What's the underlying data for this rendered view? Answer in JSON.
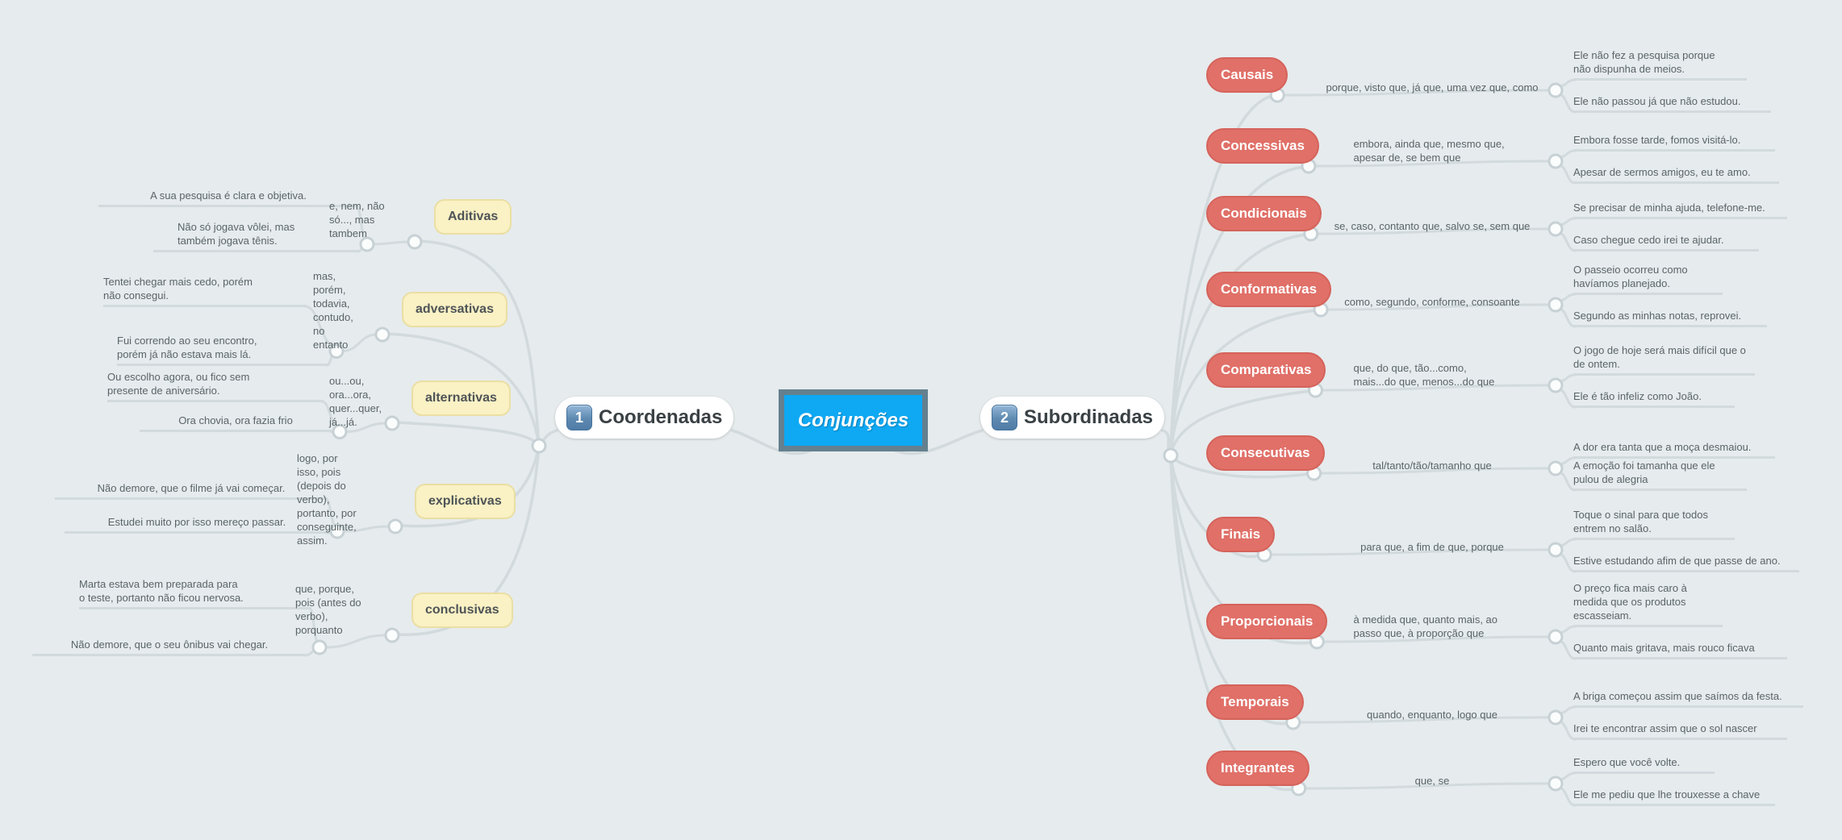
{
  "title": "Conjunções",
  "colors": {
    "background": "#E6EBED",
    "center_fill": "#0EA8F3",
    "center_border": "#64808F",
    "coordenadas_node": "#FAF1C4",
    "subordinadas_node": "#E07068",
    "connector": "#D2DADD"
  },
  "coordenadas": {
    "badge": "1",
    "label": "Coordenadas",
    "items": [
      {
        "label": "Aditivas",
        "conjunctions": "e, nem, não só..., mas tambem",
        "examples": [
          "A sua pesquisa é clara e objetiva.",
          "Não só jogava vôlei, mas também jogava tênis."
        ]
      },
      {
        "label": "adversativas",
        "conjunctions": "mas, porém, todavia, contudo, no entanto",
        "examples": [
          "Tentei chegar mais cedo, porém não consegui.",
          "Fui correndo ao seu encontro, porém já não estava mais lá."
        ]
      },
      {
        "label": "alternativas",
        "conjunctions": "ou...ou, ora...ora, quer...quer, já...já.",
        "examples": [
          "Ou escolho agora, ou fico sem presente de aniversário.",
          "Ora chovia, ora fazia frio"
        ]
      },
      {
        "label": "explicativas",
        "conjunctions": "logo, por isso, pois (depois do verbo), portanto, por conseguinte, assim.",
        "examples": [
          "Não demore, que o filme já vai começar.",
          "Estudei muito por isso mereço passar."
        ]
      },
      {
        "label": "conclusivas",
        "conjunctions": "que, porque, pois (antes do verbo), porquanto",
        "examples": [
          "Marta estava bem preparada para o teste, portanto não ficou nervosa.",
          "Não demore, que o seu ônibus vai chegar."
        ]
      }
    ]
  },
  "subordinadas": {
    "badge": "2",
    "label": "Subordinadas",
    "items": [
      {
        "label": "Causais",
        "conjunctions": "porque, visto que, já que, uma vez que, como",
        "examples": [
          "Ele não fez a pesquisa porque não dispunha de meios.",
          "Ele não passou já que não estudou."
        ]
      },
      {
        "label": "Concessivas",
        "conjunctions": "embora, ainda que, mesmo que, apesar de, se bem que",
        "examples": [
          "Embora fosse tarde, fomos visitá-lo.",
          "Apesar de sermos amigos, eu te amo."
        ]
      },
      {
        "label": "Condicionais",
        "conjunctions": "se, caso, contanto que, salvo se, sem que",
        "examples": [
          "Se precisar de minha ajuda, telefone-me.",
          "Caso chegue cedo irei te ajudar."
        ]
      },
      {
        "label": "Conformativas",
        "conjunctions": "como, segundo, conforme, consoante",
        "examples": [
          "O passeio ocorreu como havíamos planejado.",
          "Segundo as minhas notas, reprovei."
        ]
      },
      {
        "label": "Comparativas",
        "conjunctions": "que, do que, tão...como, mais...do que, menos...do que",
        "examples": [
          "O jogo de hoje será mais difícil que o de ontem.",
          "Ele é tão infeliz como João."
        ]
      },
      {
        "label": "Consecutivas",
        "conjunctions": "tal/tanto/tão/tamanho que",
        "examples": [
          "A dor era tanta que a moça desmaiou.",
          "A emoção foi tamanha que ele pulou de alegria"
        ]
      },
      {
        "label": "Finais",
        "conjunctions": "para que, a fim de que, porque",
        "examples": [
          "Toque o sinal para que todos entrem no salão.",
          "Estive estudando afim de que passe de ano."
        ]
      },
      {
        "label": "Proporcionais",
        "conjunctions": "à medida que, quanto mais, ao passo que, à proporção que",
        "examples": [
          "O preço fica mais caro à medida que os produtos escasseiam.",
          "Quanto mais gritava, mais rouco ficava"
        ]
      },
      {
        "label": "Temporais",
        "conjunctions": "quando, enquanto, logo que",
        "examples": [
          "A briga começou assim que saímos da festa.",
          "Irei te encontrar assim que o sol nascer"
        ]
      },
      {
        "label": "Integrantes",
        "conjunctions": "que, se",
        "examples": [
          "Espero que você volte.",
          "Ele me pediu que lhe trouxesse a chave"
        ]
      }
    ]
  }
}
